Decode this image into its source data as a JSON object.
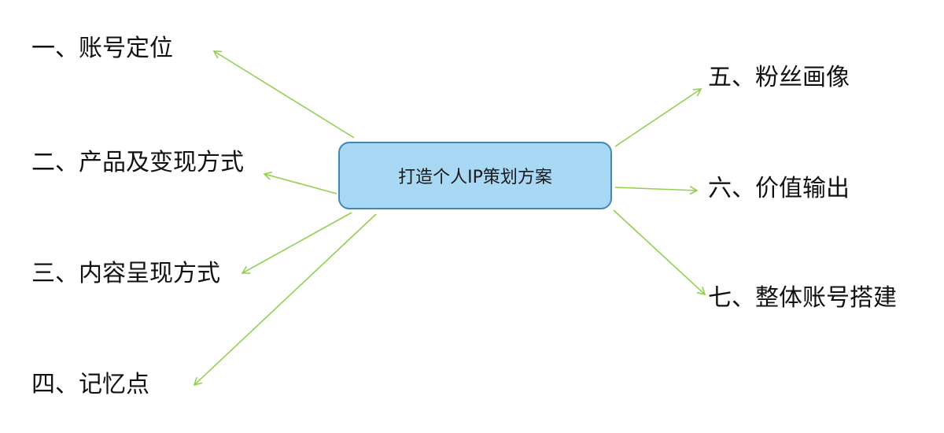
{
  "diagram": {
    "center": "打造个人IP策划方案",
    "branches": [
      {
        "id": "b1",
        "label": "一、账号定位"
      },
      {
        "id": "b2",
        "label": "二、产品及变现方式"
      },
      {
        "id": "b3",
        "label": "三、内容呈现方式"
      },
      {
        "id": "b4",
        "label": "四、记忆点"
      },
      {
        "id": "b5",
        "label": "五、粉丝画像"
      },
      {
        "id": "b6",
        "label": "六、价值输出"
      },
      {
        "id": "b7",
        "label": "七、整体账号搭建"
      }
    ],
    "colors": {
      "node_fill": "#a9d8f5",
      "node_border": "#3f86ba",
      "arrow": "#92d050"
    }
  }
}
